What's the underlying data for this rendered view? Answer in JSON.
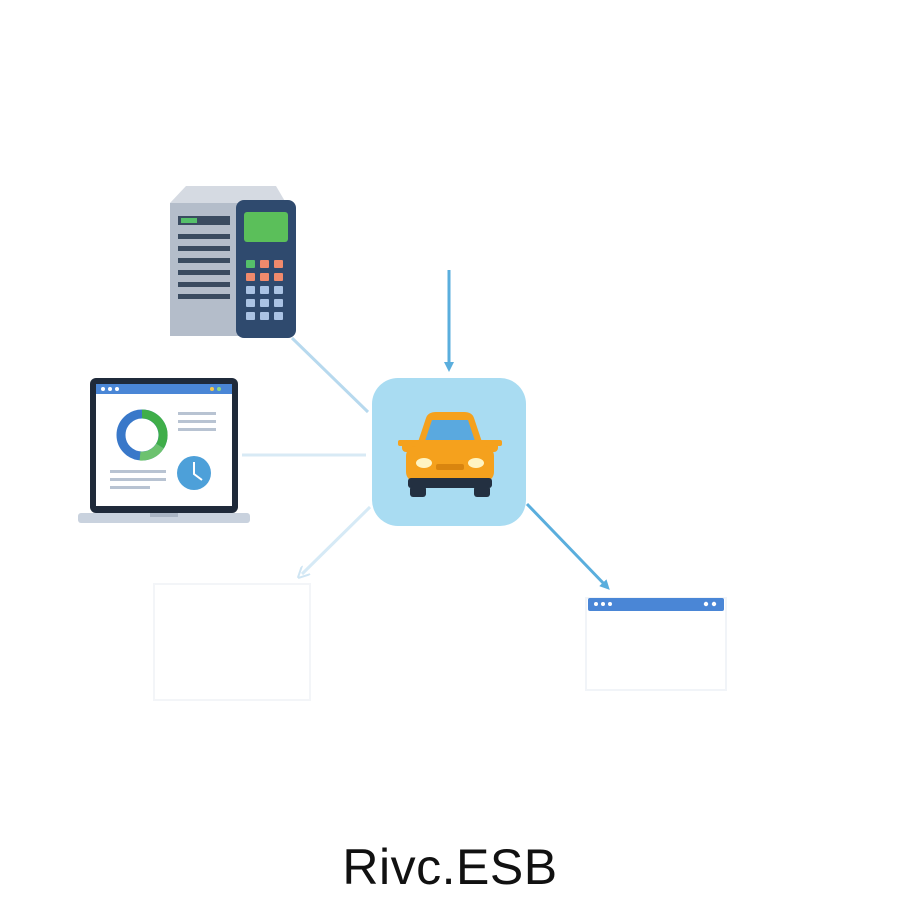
{
  "caption": "Rivc.ESB",
  "nodes": {
    "hub": {
      "icon": "car-icon"
    },
    "top_left": {
      "icon": "server-payment-terminal-icon"
    },
    "left": {
      "icon": "laptop-dashboard-icon"
    },
    "bottom_left": {
      "icon": "blank-panel"
    },
    "bottom_right": {
      "icon": "browser-window-icon"
    },
    "top": {
      "icon": "incoming-arrow"
    }
  },
  "colors": {
    "hub_bg": "#a9dcf2",
    "car_body": "#f5a11d",
    "car_glass": "#5aa9df",
    "connector": "#5aaedd",
    "connector_faded": "#d6eaf6",
    "terminal_body": "#2f4a6e",
    "terminal_screen": "#5bbf5a",
    "server_body": "#b6bfcc",
    "laptop_bar": "#4a86d6",
    "chart_green": "#3fae49",
    "chart_blue": "#3978c9",
    "browser_bar": "#4a86d6"
  }
}
